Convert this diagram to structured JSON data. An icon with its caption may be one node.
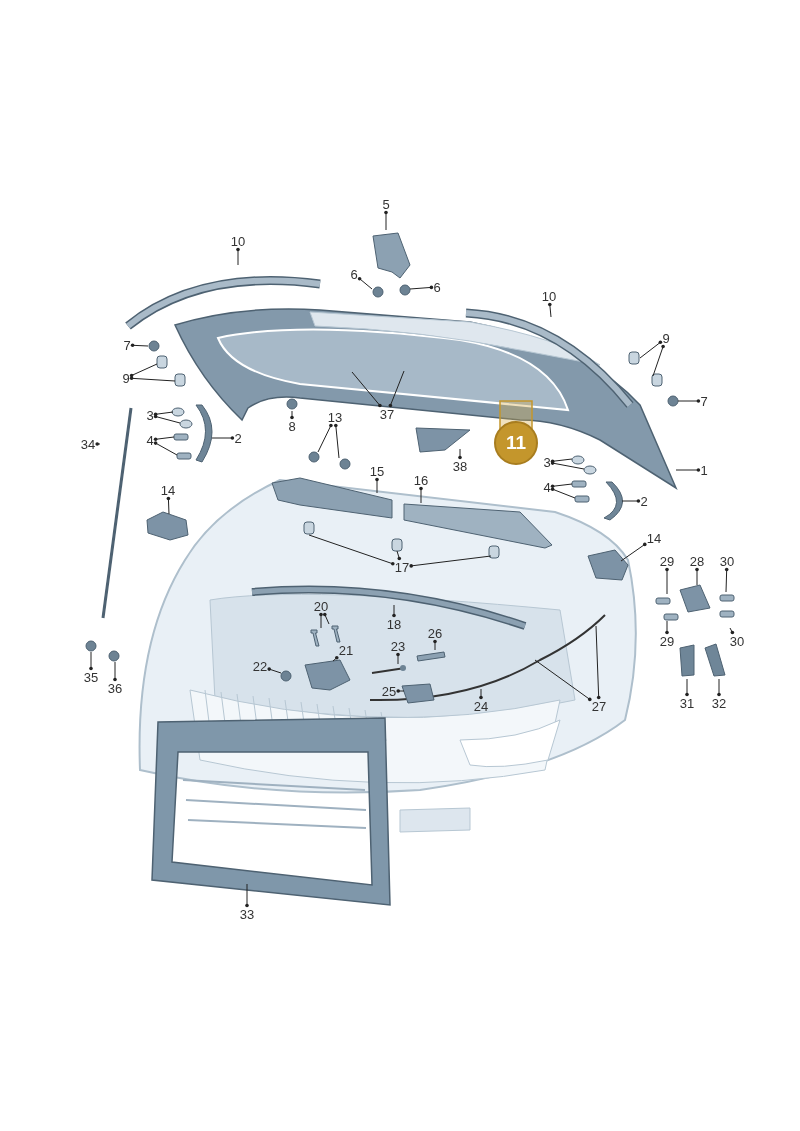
{
  "diagram": {
    "nodes": [
      {
        "text": [
          "5"
        ]
      },
      {
        "text": [
          "10"
        ]
      },
      {
        "text": [
          "6"
        ]
      },
      {
        "text": [
          "6"
        ]
      },
      {
        "text": [
          "10"
        ]
      },
      {
        "text": [
          "9"
        ]
      },
      {
        "text": [
          "7"
        ]
      },
      {
        "text": [
          "9"
        ]
      },
      {
        "text": [
          "7"
        ]
      },
      {
        "text": [
          "3"
        ]
      },
      {
        "text": [
          "37"
        ]
      },
      {
        "text": [
          "8"
        ]
      },
      {
        "text": [
          "13"
        ]
      },
      {
        "text": [
          "34"
        ]
      },
      {
        "text": [
          "4"
        ]
      },
      {
        "text": [
          "2"
        ]
      },
      {
        "text": [
          "11"
        ]
      },
      {
        "text": [
          "38"
        ]
      },
      {
        "text": [
          "3"
        ]
      },
      {
        "text": [
          "1"
        ]
      },
      {
        "text": [
          "15"
        ]
      },
      {
        "text": [
          "16"
        ]
      },
      {
        "text": [
          "4"
        ]
      },
      {
        "text": [
          "2"
        ]
      },
      {
        "text": [
          "14"
        ]
      },
      {
        "text": [
          "14"
        ]
      },
      {
        "text": [
          "17"
        ]
      },
      {
        "text": [
          "29"
        ]
      },
      {
        "text": [
          "28"
        ]
      },
      {
        "text": [
          "30"
        ]
      },
      {
        "text": [
          "20"
        ]
      },
      {
        "text": [
          "18"
        ]
      },
      {
        "text": [
          "29"
        ]
      },
      {
        "text": [
          "30"
        ]
      },
      {
        "text": [
          "23"
        ]
      },
      {
        "text": [
          "26"
        ]
      },
      {
        "text": [
          "21"
        ]
      },
      {
        "text": [
          "22"
        ]
      },
      {
        "text": [
          "35"
        ]
      },
      {
        "text": [
          "36"
        ]
      },
      {
        "text": [
          "25"
        ]
      },
      {
        "text": [
          "24"
        ]
      },
      {
        "text": [
          "27"
        ]
      },
      {
        "text": [
          "31"
        ]
      },
      {
        "text": [
          "32"
        ]
      },
      {
        "text": [
          "33"
        ]
      },
      {
        "text": [],
        "shape": "picture"
      },
      {
        "text": [],
        "shape": "circle"
      },
      {
        "text": [],
        "shape": "picture"
      },
      {
        "text": [],
        "shape": "picture"
      },
      {
        "text": [],
        "shape": "picture"
      },
      {
        "text": [],
        "shape": "circle"
      },
      {
        "text": [],
        "shape": "bar"
      },
      {
        "text": [],
        "shape": "circle"
      }
    ],
    "edges": [
      {
        "from": 0,
        "to": null,
        "arrow": "other"
      },
      {
        "from": 1,
        "to": null,
        "arrow": "other"
      },
      {
        "from": 2,
        "to": null,
        "arrow": "other"
      },
      {
        "from": 3,
        "to": null,
        "arrow": "other"
      },
      {
        "from": 4,
        "to": null,
        "arrow": "other"
      },
      {
        "from": 5,
        "to": null,
        "arrow": "other"
      },
      {
        "from": 5,
        "to": null,
        "arrow": "other"
      },
      {
        "from": 6,
        "to": null,
        "arrow": "other"
      },
      {
        "from": 7,
        "to": null,
        "arrow": "other"
      },
      {
        "from": 7,
        "to": null,
        "arrow": "other"
      },
      {
        "from": 8,
        "to": null,
        "arrow": "other"
      },
      {
        "from": 9,
        "to": null,
        "arrow": "other"
      },
      {
        "from": 9,
        "to": null,
        "arrow": "other"
      },
      {
        "from": 10,
        "to": null,
        "arrow": "other"
      },
      {
        "from": 10,
        "to": null,
        "arrow": "other"
      },
      {
        "from": 11,
        "to": null,
        "arrow": "other"
      },
      {
        "from": 12,
        "to": null,
        "arrow": "other"
      },
      {
        "from": 12,
        "to": 47,
        "arrow": "other"
      },
      {
        "from": 13,
        "to": 46,
        "arrow": "other"
      },
      {
        "from": 14,
        "to": null,
        "arrow": "other"
      },
      {
        "from": 14,
        "to": null,
        "arrow": "other"
      },
      {
        "from": 15,
        "to": null,
        "arrow": "other"
      },
      {
        "from": 17,
        "to": null,
        "arrow": "other"
      },
      {
        "from": 18,
        "to": null,
        "arrow": "other"
      },
      {
        "from": 18,
        "to": null,
        "arrow": "other"
      },
      {
        "from": 19,
        "to": null,
        "arrow": "other"
      },
      {
        "from": 20,
        "to": null,
        "arrow": "other"
      },
      {
        "from": 21,
        "to": null,
        "arrow": "other"
      },
      {
        "from": 22,
        "to": null,
        "arrow": "other"
      },
      {
        "from": 22,
        "to": null,
        "arrow": "other"
      },
      {
        "from": 23,
        "to": null,
        "arrow": "other"
      },
      {
        "from": 24,
        "to": null,
        "arrow": "other"
      },
      {
        "from": 25,
        "to": null,
        "arrow": "other"
      },
      {
        "from": 26,
        "to": null,
        "arrow": "other"
      },
      {
        "from": 26,
        "to": null,
        "arrow": "other"
      },
      {
        "from": 26,
        "to": null,
        "arrow": "other"
      },
      {
        "from": 27,
        "to": null,
        "arrow": "other"
      },
      {
        "from": 28,
        "to": null,
        "arrow": "other"
      },
      {
        "from": 29,
        "to": null,
        "arrow": "other"
      },
      {
        "from": 30,
        "to": 48,
        "arrow": "other"
      },
      {
        "from": 30,
        "to": 49,
        "arrow": "other"
      },
      {
        "from": 31,
        "to": null,
        "arrow": "other"
      },
      {
        "from": 32,
        "to": null,
        "arrow": "other"
      },
      {
        "from": 33,
        "to": null,
        "arrow": "other"
      },
      {
        "from": 34,
        "to": 50,
        "arrow": "other"
      },
      {
        "from": 35,
        "to": 52,
        "arrow": "other"
      },
      {
        "from": 36,
        "to": null,
        "arrow": "other"
      },
      {
        "from": 37,
        "to": null,
        "arrow": "other"
      },
      {
        "from": 38,
        "to": 51,
        "arrow": "other"
      },
      {
        "from": 39,
        "to": 53,
        "arrow": "other"
      },
      {
        "from": 40,
        "to": null,
        "arrow": "other"
      },
      {
        "from": 41,
        "to": null,
        "arrow": "other"
      },
      {
        "from": 42,
        "to": null,
        "arrow": "other"
      },
      {
        "from": 42,
        "to": null,
        "arrow": "other"
      },
      {
        "from": 43,
        "to": null,
        "arrow": "other"
      },
      {
        "from": 44,
        "to": null,
        "arrow": "other"
      },
      {
        "from": 45,
        "to": null,
        "arrow": "other"
      }
    ]
  }
}
